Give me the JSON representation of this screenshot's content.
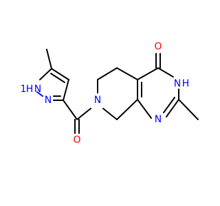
{
  "atoms": {
    "oxygen_carbonyl_ring": {
      "label": "O",
      "color": "#ff0000"
    },
    "nitrogen_nh_ring": {
      "label": "N",
      "color": "#0000ff"
    },
    "hydrogen_nh_ring": {
      "label": "H",
      "color": "#0000ff"
    },
    "nitrogen_pyrimidine": {
      "label": "N",
      "color": "#0000ff"
    },
    "nitrogen_piperidine": {
      "label": "N",
      "color": "#0000ff"
    },
    "oxygen_amide": {
      "label": "O",
      "color": "#ff0000"
    },
    "nitrogen_pyrazole_nh": {
      "label": "N",
      "color": "#0000ff"
    },
    "hydrogen_pyrazole": {
      "label": "H",
      "color": "#0000ff"
    },
    "nitrogen_pyrazole": {
      "label": "N",
      "color": "#0000ff"
    },
    "digit_one": {
      "label": "1",
      "color": "#0000ff"
    }
  }
}
